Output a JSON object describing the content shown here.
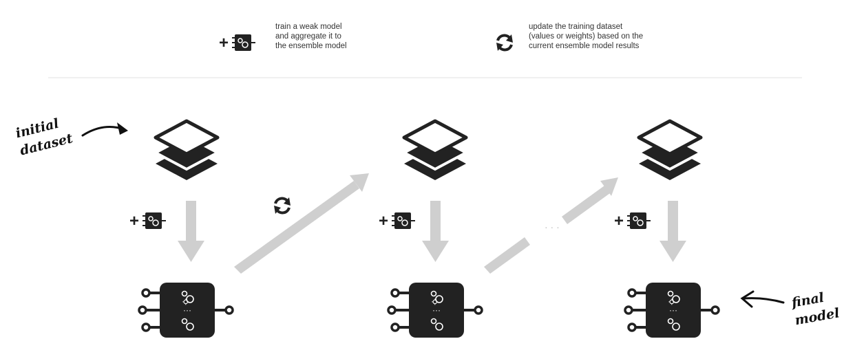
{
  "legend": {
    "train_text": "train a weak model\nand aggregate it to\nthe ensemble model",
    "update_text": "update the training dataset\n(values or weights) based on the\ncurrent ensemble model results"
  },
  "annotations": {
    "initial": "initial\ndataset",
    "final": "final\nmodel"
  },
  "ellipsis": "· · ·",
  "colors": {
    "ink": "#222222",
    "arrow": "#cfcfcf",
    "divider": "#ececec"
  },
  "icons": {
    "dataset": "stacked-layers-icon",
    "weak_model": "plus-gear-chip-icon",
    "update": "circular-arrows-icon",
    "ensemble": "circuit-chip-icon"
  }
}
